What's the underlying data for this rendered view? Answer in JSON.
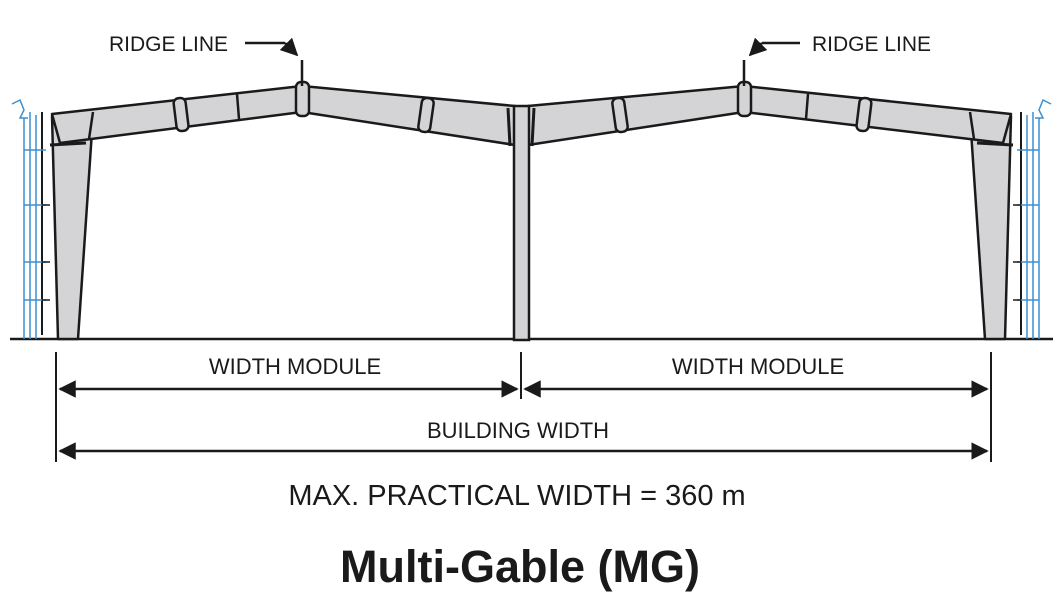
{
  "labels": {
    "ridge_left": "RIDGE LINE",
    "ridge_right": "RIDGE LINE",
    "width_module_left": "WIDTH MODULE",
    "width_module_right": "WIDTH MODULE",
    "building_width": "BUILDING WIDTH",
    "max_practical_width": "MAX. PRACTICAL WIDTH = 360 m"
  },
  "title": "Multi-Gable (MG)",
  "colors": {
    "frame_fill": "#d4d4d6",
    "frame_stroke": "#1a1a1a",
    "wall_line": "#3d8fd0",
    "title": "#1d5a93",
    "text": "#1a1a1a"
  }
}
